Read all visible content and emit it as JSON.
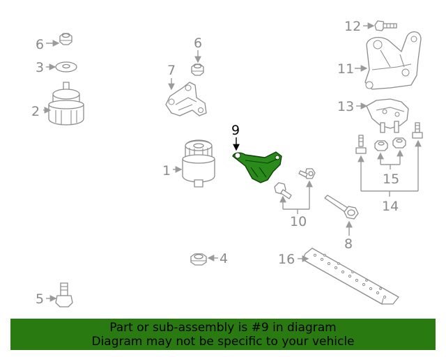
{
  "callouts": {
    "c1": "1",
    "c2": "2",
    "c3": "3",
    "c4": "4",
    "c5": "5",
    "c6a": "6",
    "c6b": "6",
    "c7": "7",
    "c8": "8",
    "c9": "9",
    "c10": "10",
    "c11": "11",
    "c12": "12",
    "c13": "13",
    "c14": "14",
    "c15": "15",
    "c16": "16"
  },
  "highlight": {
    "part": "9",
    "color": "#2a8a1a"
  },
  "banner": {
    "line1": "Part or sub-assembly is #9 in diagram",
    "line2": "Diagram may not be specific to your vehicle",
    "color": "#2a7a12"
  }
}
